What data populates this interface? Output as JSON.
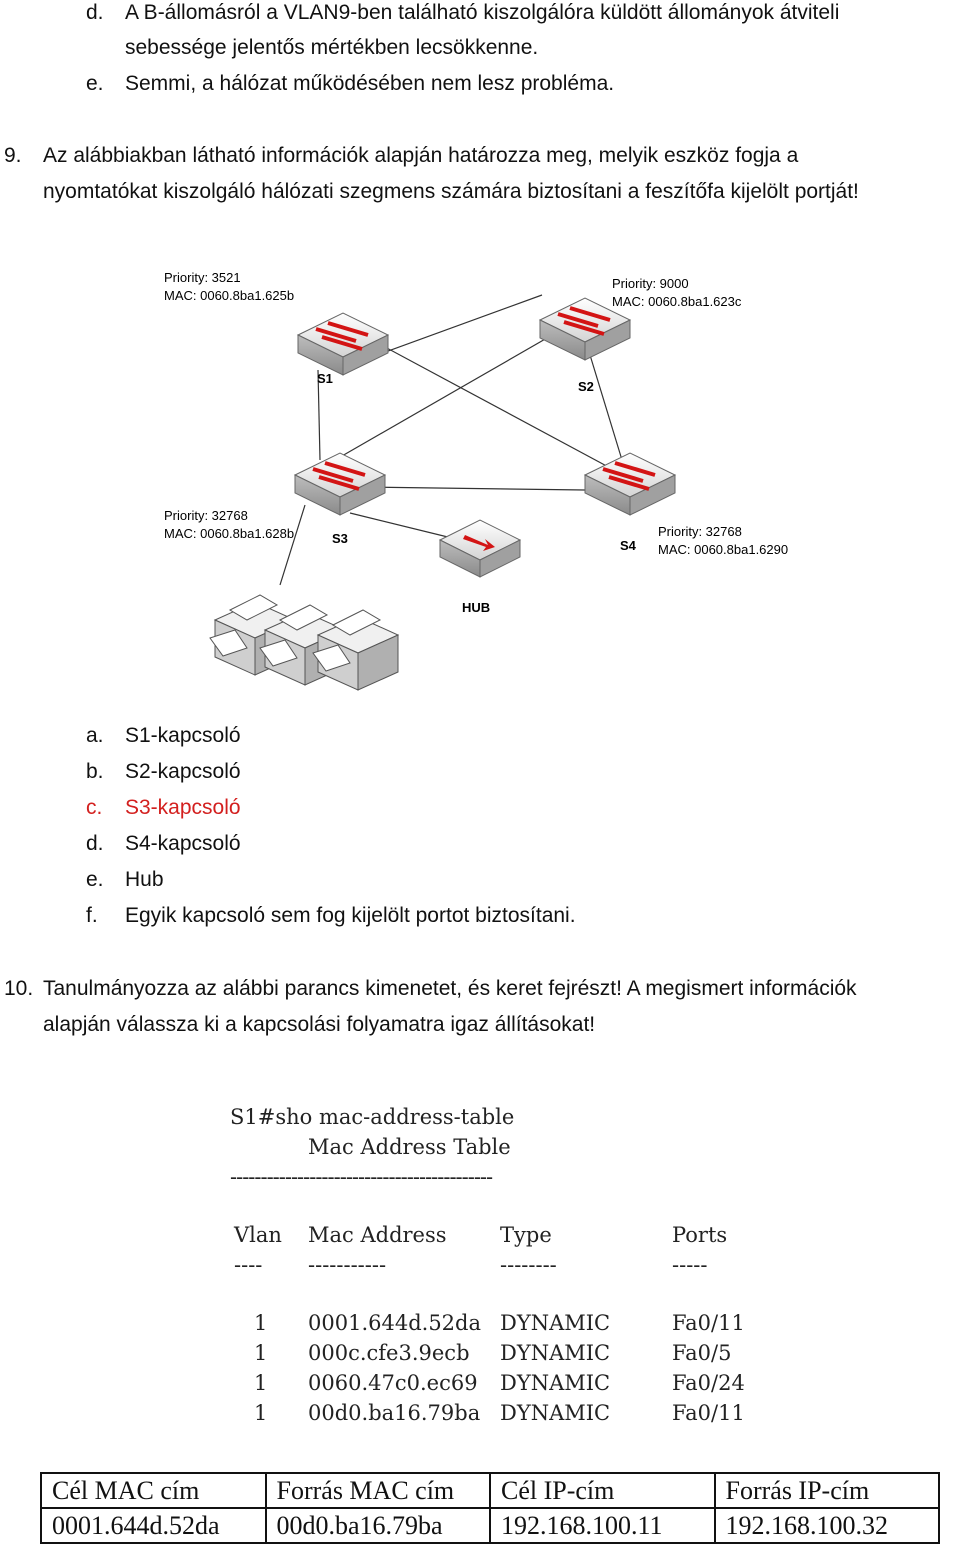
{
  "q8": {
    "item_d_marker": "d.",
    "item_d_line1": "A B-állomásról a VLAN9-ben található kiszolgálóra küldött állományok átviteli",
    "item_d_line2": "sebessége jelentős mértékben lecsökkenne.",
    "item_e_marker": "e.",
    "item_e": "Semmi, a hálózat működésében nem lesz probléma."
  },
  "q9": {
    "number": "9.",
    "line1": "Az alábbiakban látható információk alapján határozza meg, melyik eszköz fogja a",
    "line2": "nyomtatókat kiszolgáló hálózati szegmens számára biztosítani a feszítőfa kijelölt portját!",
    "diagram": {
      "s1": {
        "label": "S1",
        "priority": "Priority: 3521",
        "mac": "MAC: 0060.8ba1.625b"
      },
      "s2": {
        "label": "S2",
        "priority": "Priority: 9000",
        "mac": "MAC: 0060.8ba1.623c"
      },
      "s3": {
        "label": "S3",
        "priority": "Priority: 32768",
        "mac": "MAC: 0060.8ba1.628b"
      },
      "s4": {
        "label": "S4",
        "priority": "Priority: 32768",
        "mac": "MAC: 0060.8ba1.6290"
      },
      "hub": {
        "label": "HUB"
      }
    },
    "options": [
      {
        "marker": "a.",
        "text": "S1-kapcsoló",
        "highlighted": false
      },
      {
        "marker": "b.",
        "text": "S2-kapcsoló",
        "highlighted": false
      },
      {
        "marker": "c.",
        "text": "S3-kapcsoló",
        "highlighted": true
      },
      {
        "marker": "d.",
        "text": "S4-kapcsoló",
        "highlighted": false
      },
      {
        "marker": "e.",
        "text": "Hub",
        "highlighted": false
      },
      {
        "marker": "f.",
        "text": "Egyik kapcsoló sem fog kijelölt portot biztosítani.",
        "highlighted": false
      }
    ],
    "highlight_color": "#d3201f"
  },
  "q10": {
    "number": "10.",
    "line1": "Tanulmányozza az alábbi parancs kimenetet, és keret fejrészt! A megismert információk",
    "line2": "alapján válassza ki a kapcsolási folyamatra igaz állításokat!",
    "cli": {
      "command": "S1#sho mac-address-table",
      "title": "Mac Address Table",
      "separator": "-------------------------------------------",
      "headers": [
        "Vlan",
        "Mac Address",
        "Type",
        "Ports"
      ],
      "underlines": [
        "----",
        "-----------",
        "--------",
        "-----"
      ],
      "rows": [
        [
          "1",
          "0001.644d.52da",
          "DYNAMIC",
          "Fa0/11"
        ],
        [
          "1",
          "000c.cfe3.9ecb",
          "DYNAMIC",
          "Fa0/5"
        ],
        [
          "1",
          "0060.47c0.ec69",
          "DYNAMIC",
          "Fa0/24"
        ],
        [
          "1",
          "00d0.ba16.79ba",
          "DYNAMIC",
          "Fa0/11"
        ]
      ]
    },
    "frame": {
      "headers": [
        "Cél MAC cím",
        "Forrás MAC cím",
        "Cél IP-cím",
        "Forrás IP-cím"
      ],
      "values": [
        "0001.644d.52da",
        "00d0.ba16.79ba",
        "192.168.100.11",
        "192.168.100.32"
      ]
    }
  }
}
